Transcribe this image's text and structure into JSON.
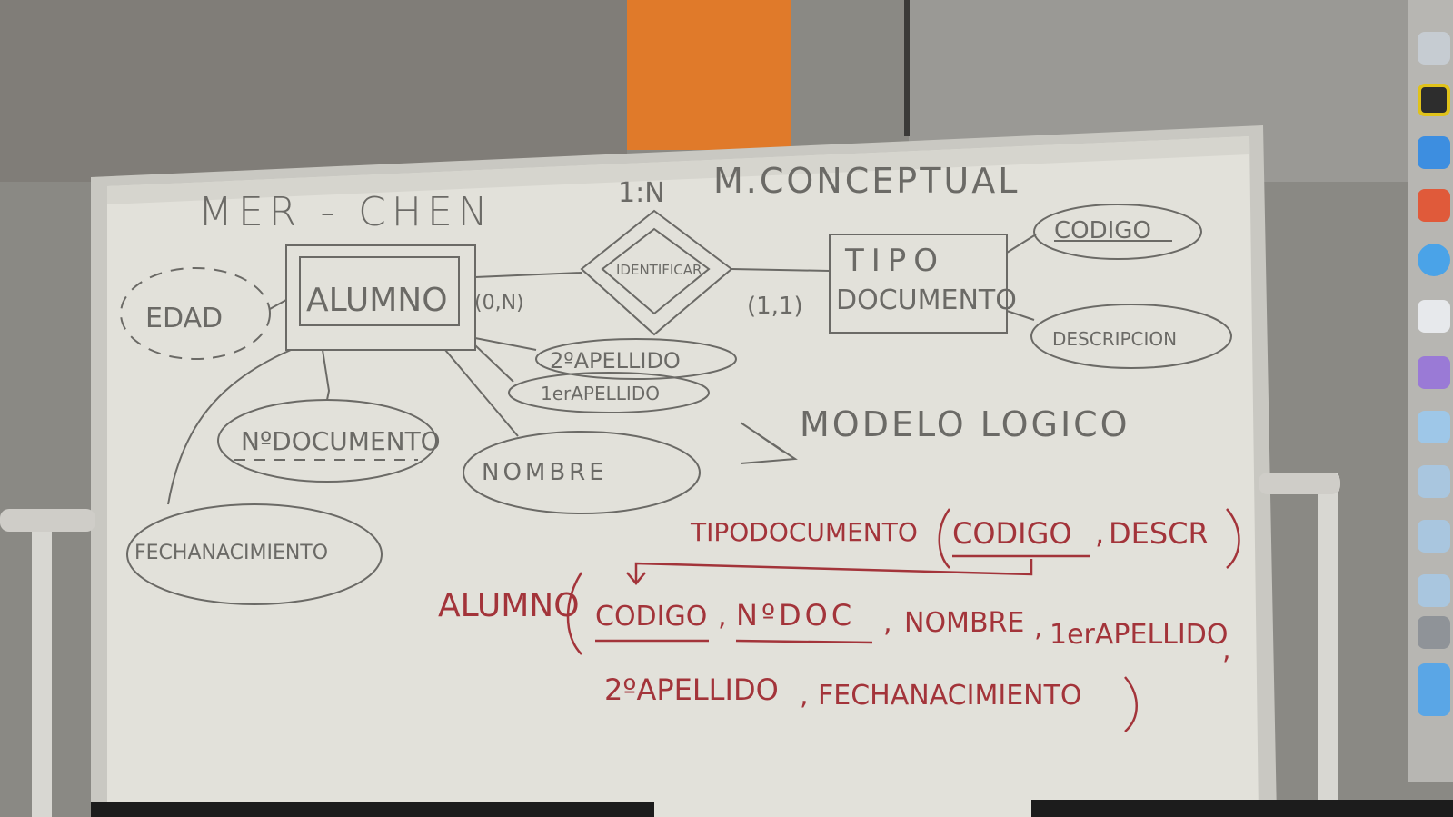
{
  "whiteboard": {
    "title": "MER - CHEN",
    "cardinality_heading": "1:N",
    "model_heading": "M.CONCEPTUAL",
    "er": {
      "entity_alumno": "ALUMNO",
      "relation": "IDENTIFICAR",
      "entity_tipo_line1": "TIPO",
      "entity_tipo_line2": "DOCUMENTO",
      "card_left": "(0,N)",
      "card_right": "(1,1)",
      "attr_edad": "EDAD",
      "attr_ndocumento": "NºDOCUMENTO",
      "attr_nombre": "NOMBRE",
      "attr_fecha": "FECHANACIMIENTO",
      "attr_2apellido": "2ºAPELLIDO",
      "attr_1apellido": "1erAPELLIDO",
      "attr_codigo": "CODIGO",
      "attr_descripcion": "DESCRIPCION"
    },
    "logical": {
      "heading": "MODELO LOGICO",
      "tipodoc_name": "TIPODOCUMENTO",
      "tipodoc_fields": [
        "CODIGO",
        "DESCR"
      ],
      "alumno_name": "ALUMNO",
      "alumno_line1": [
        "CODIGO",
        "NºDOC",
        "NOMBRE",
        "1erAPELLIDO"
      ],
      "alumno_line2": [
        "2ºAPELLIDO",
        "FECHANACIMIENTO"
      ]
    }
  },
  "colors": {
    "wall": "#8a8984",
    "board": "#e2e1da",
    "gray_ink": "#6b6a66",
    "red_ink": "#a3343a",
    "orange_panel": "#e07a2a"
  }
}
